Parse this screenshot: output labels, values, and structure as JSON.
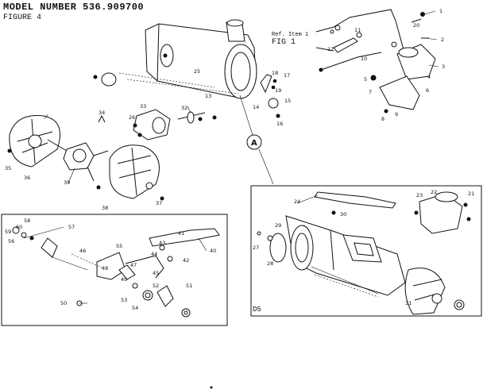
{
  "header": {
    "model_number": "MODEL NUMBER 536.909700",
    "figure": "FIGURE 4"
  },
  "callout": {
    "ref_text": "Ref. Item 1",
    "fig_ref": "FIG 1"
  },
  "connector_label": "A",
  "section_label": "D5",
  "part_numbers": {
    "p1": "1",
    "p2": "2",
    "p3": "3",
    "p4": "4",
    "p5": "5",
    "p6": "6",
    "p7": "7",
    "p8": "8",
    "p9": "9",
    "p10": "10",
    "p11": "11",
    "p12": "12",
    "p13": "13",
    "p14": "14",
    "p15": "15",
    "p16": "16",
    "p17": "17",
    "p18": "18",
    "p19": "19",
    "p20": "20",
    "p21": "21",
    "p22": "22",
    "p23": "23",
    "p24": "24",
    "p25": "25",
    "p26": "26",
    "p27": "27",
    "p28": "28",
    "p29": "29",
    "p30": "30",
    "p31": "31",
    "p32": "32",
    "p33": "33",
    "p34": "34",
    "p35": "35",
    "p36": "36",
    "p37": "37",
    "p38": "38",
    "p39": "39",
    "p40": "40",
    "p41": "41",
    "p42": "42",
    "p43": "43",
    "p44": "44",
    "p45": "45",
    "p46": "46",
    "p47": "47",
    "p48": "48",
    "p49": "49",
    "p50": "50",
    "p51": "51",
    "p52": "52",
    "p53": "53",
    "p54": "54",
    "p55": "55",
    "p56": "56",
    "p57": "57",
    "p58": "58",
    "p59": "59",
    "p60": "60"
  }
}
